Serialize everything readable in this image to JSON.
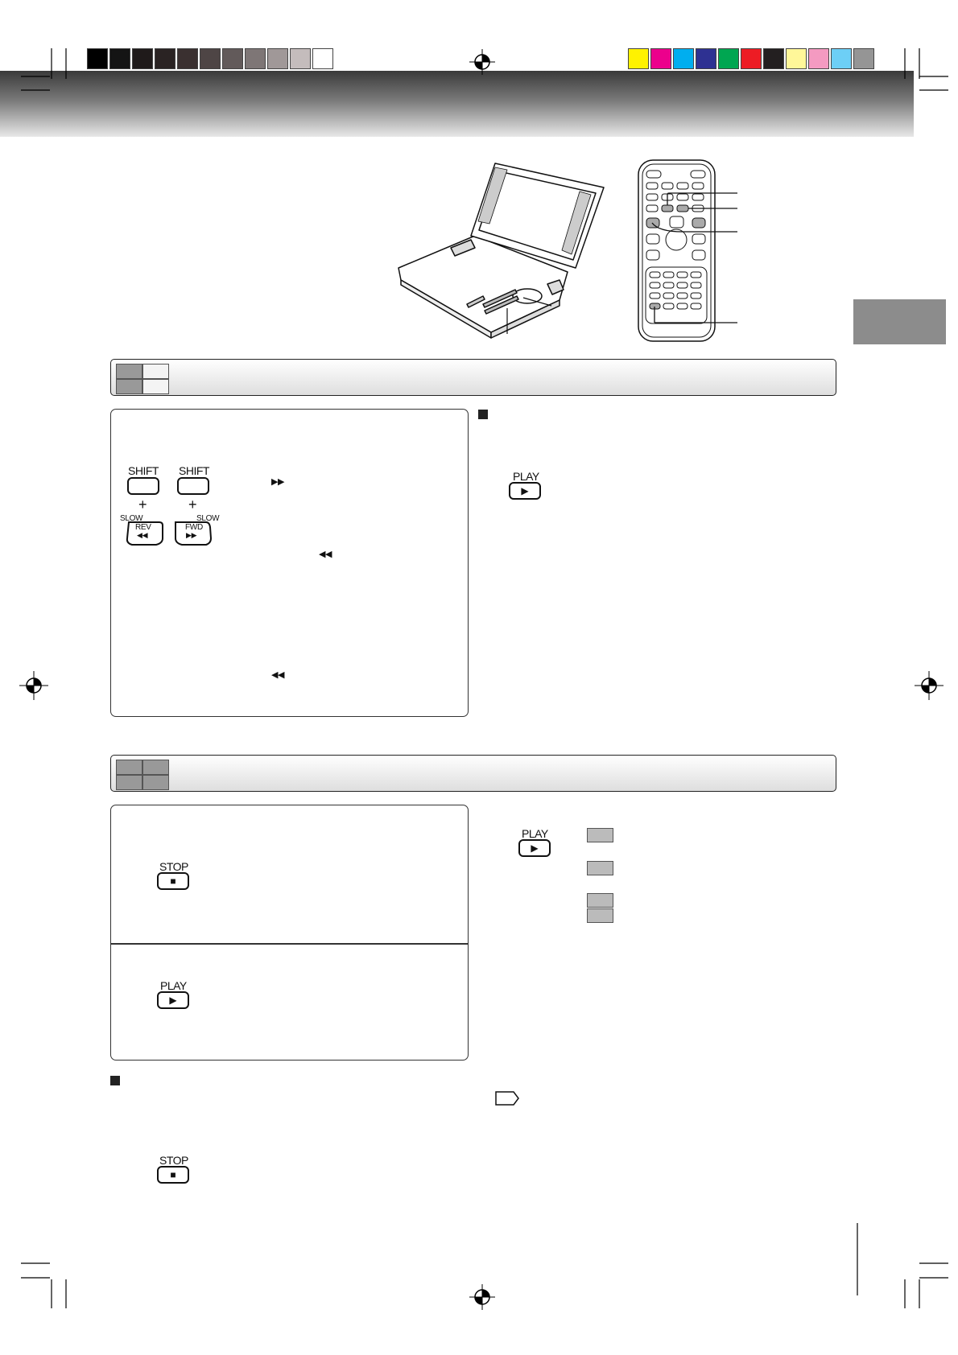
{
  "print_marks": {
    "grayscale_swatches": [
      "#000000",
      "#141414",
      "#1f1a1a",
      "#2a2323",
      "#3a3030",
      "#4e4545",
      "#625a5a",
      "#7e7676",
      "#a09898",
      "#c4bcbc",
      "#ffffff"
    ],
    "color_swatches": [
      "#fff200",
      "#ec008c",
      "#00aeef",
      "#2e3192",
      "#00a651",
      "#ed1c24",
      "#231f20",
      "#fff799",
      "#f49ac1",
      "#6dcff6",
      "#959595"
    ]
  },
  "section_tab_color": "#8c8c8c",
  "remote_control": {
    "icon": "remote-control-icon"
  },
  "player": {
    "icon": "portable-dvd-player-icon"
  },
  "section1": {
    "panel_left": {
      "shift_label_1": "SHIFT",
      "shift_label_2": "SHIFT",
      "plus_1": "+",
      "plus_2": "+",
      "slow_label_1": "SLOW",
      "slow_label_2": "SLOW",
      "rev_label": "REV",
      "fwd_label": "FWD",
      "ff_symbol": "▶▶",
      "rew_symbol_1": "◀◀",
      "rew_symbol_2": "◀◀"
    },
    "right": {
      "play_label": "PLAY",
      "play_symbol": "▶"
    }
  },
  "section2": {
    "panel_left": {
      "stop_label": "STOP",
      "stop_symbol": "■",
      "play_label": "PLAY",
      "play_symbol": "▶"
    },
    "below": {
      "stop_label": "STOP",
      "stop_symbol": "■"
    },
    "right": {
      "play_label": "PLAY",
      "play_symbol": "▶"
    }
  }
}
